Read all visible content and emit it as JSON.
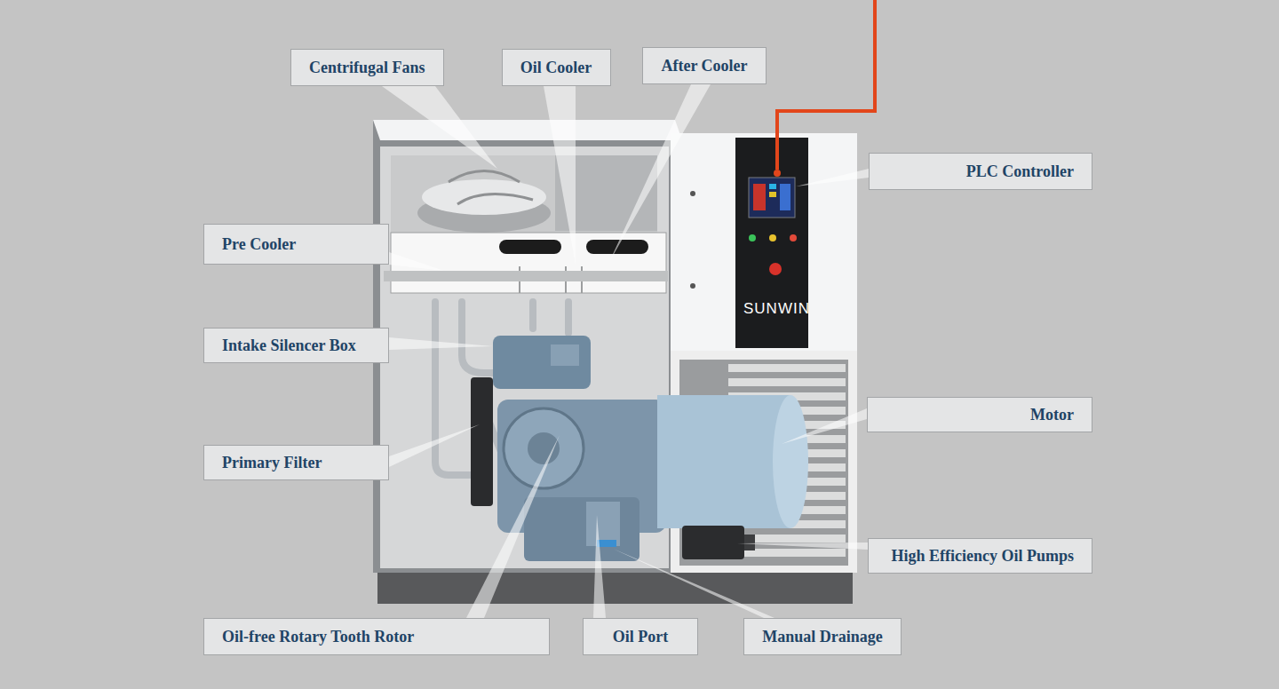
{
  "diagram": {
    "nodes": [
      {
        "text": [
          "Centrifugal Fans"
        ]
      },
      {
        "text": [
          "Oil Cooler"
        ]
      },
      {
        "text": [
          "After Cooler"
        ]
      },
      {
        "text": [
          "PLC Controller"
        ]
      },
      {
        "text": [
          "Pre Cooler"
        ]
      },
      {
        "text": [
          "Intake Silencer Box"
        ]
      },
      {
        "text": [
          "Motor"
        ]
      },
      {
        "text": [
          "Primary Filter"
        ]
      },
      {
        "text": [
          "High Efficiency Oil Pumps"
        ]
      },
      {
        "text": [
          "Oil-free Rotary Tooth Rotor"
        ]
      },
      {
        "text": [
          "Oil Port"
        ]
      },
      {
        "text": [
          "Manual Drainage"
        ]
      }
    ],
    "labels": [
      "SUNWIN"
    ]
  }
}
